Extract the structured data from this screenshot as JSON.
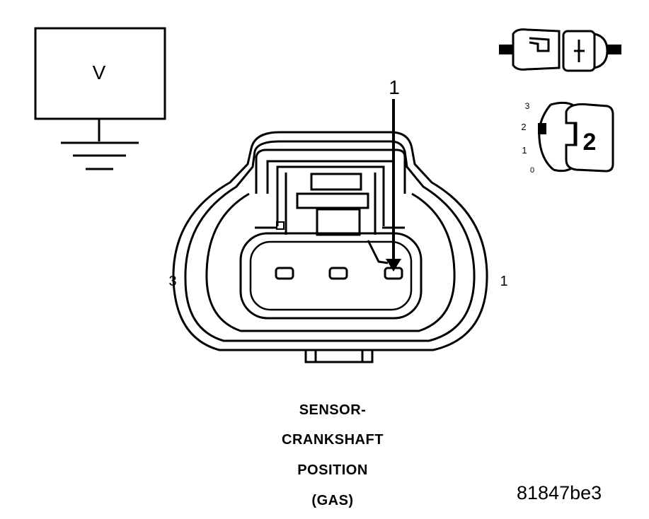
{
  "voltmeter": {
    "symbol": "V"
  },
  "connector": {
    "pin_callout": "1",
    "pin_label_left": "3",
    "pin_label_right": "1"
  },
  "step_icon": {
    "scale_labels": [
      "3",
      "2",
      "1",
      "0"
    ],
    "step_number": "2"
  },
  "caption": {
    "lines": [
      "SENSOR-",
      "CRANKSHAFT",
      "POSITION",
      "(GAS)"
    ]
  },
  "figure_ref": "81847be3"
}
